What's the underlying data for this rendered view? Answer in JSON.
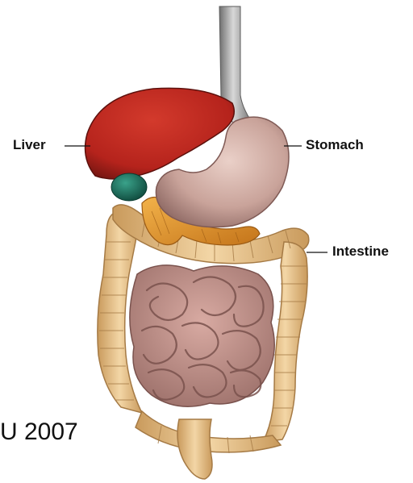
{
  "labels": {
    "liver": "Liver",
    "stomach": "Stomach",
    "intestine": "Intestine"
  },
  "caption": "U 2007",
  "colors": {
    "liver": "#b5231c",
    "gallbladder": "#1e6b5a",
    "stomach": "#c9a39a",
    "esophagus": "#9a9a9a",
    "pancreas": "#e0952a",
    "large_intestine": "#ebc58d",
    "small_intestine": "#b88a84",
    "leader_line": "#111111"
  }
}
